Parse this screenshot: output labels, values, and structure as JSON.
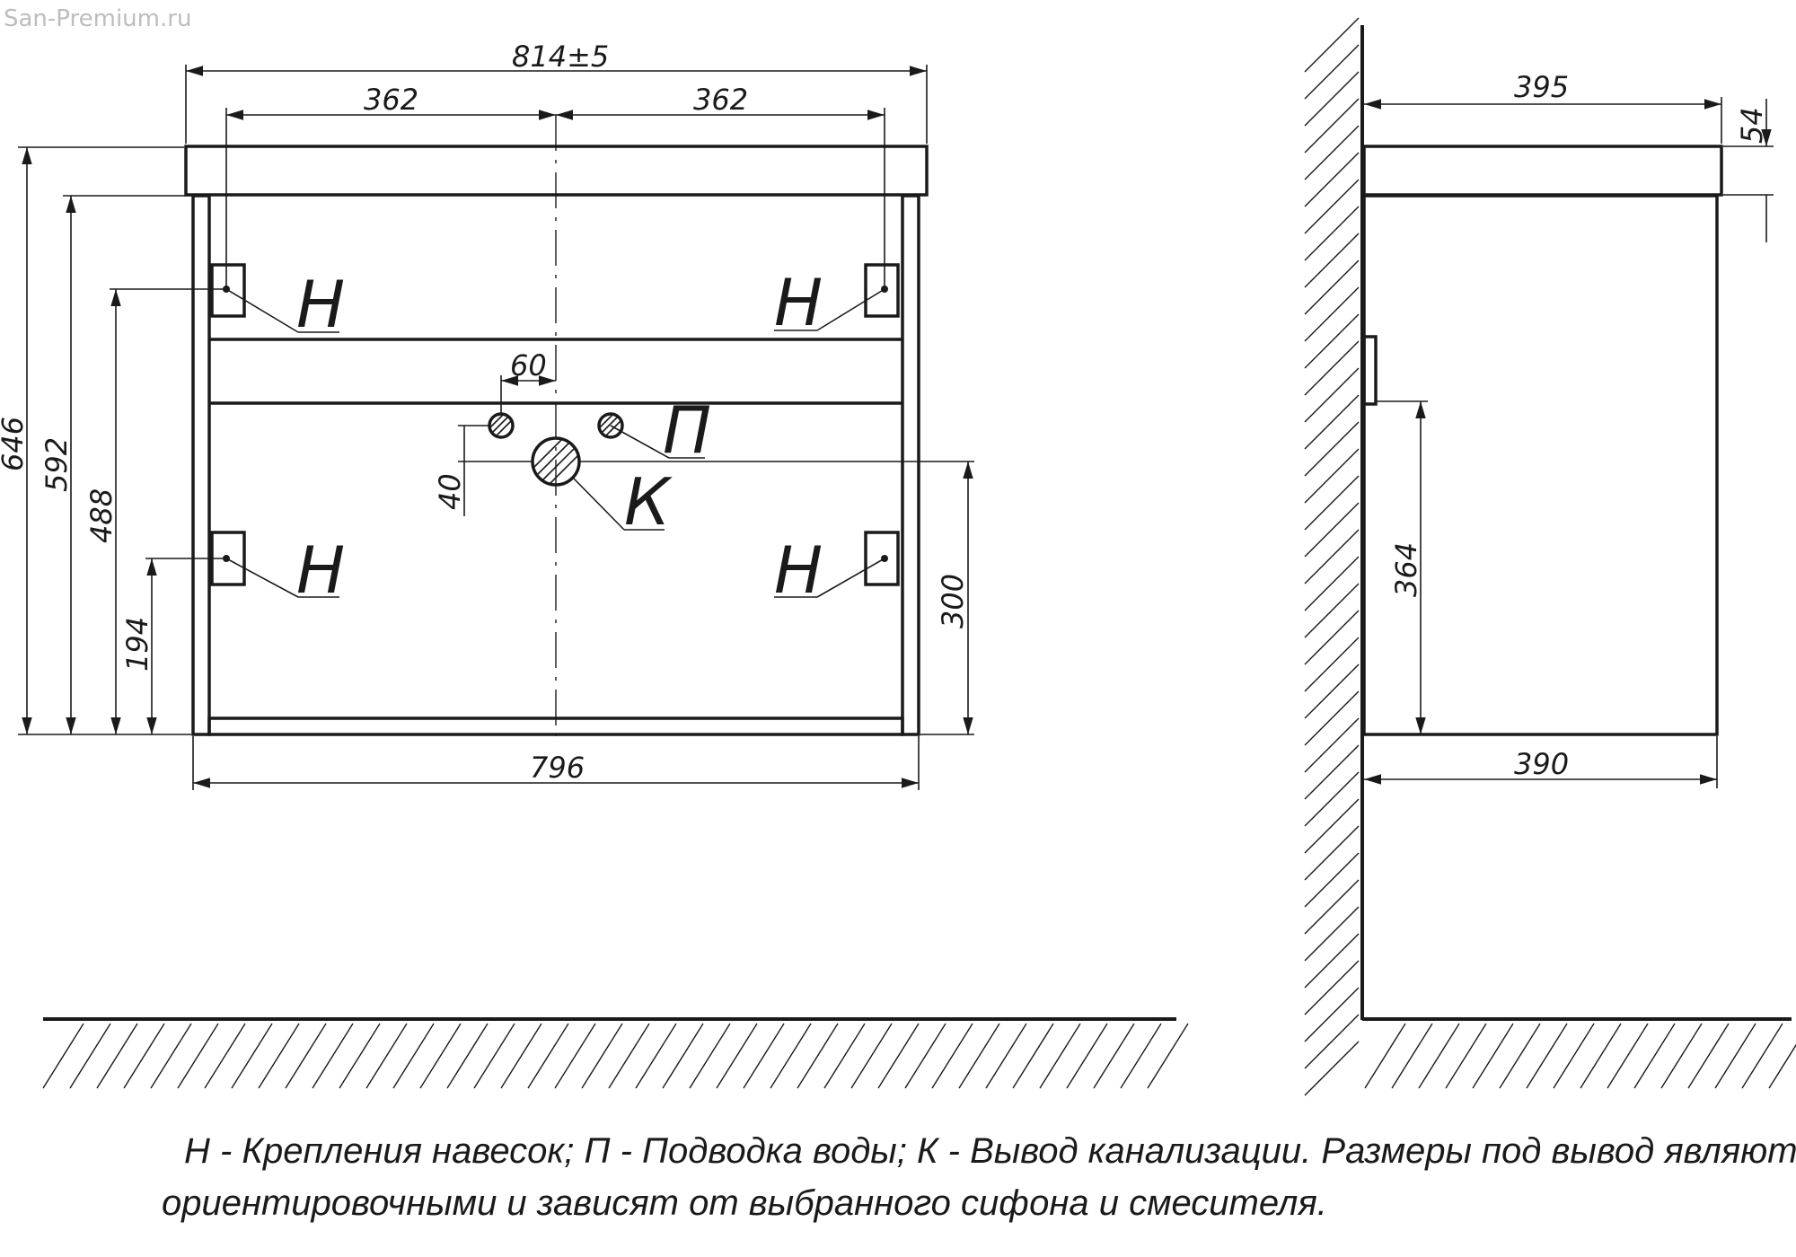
{
  "watermark": "San-Premium.ru",
  "front_view": {
    "overall_width": "814±5",
    "half_left": "362",
    "half_right": "362",
    "bottom_width": "796",
    "height_total": "646",
    "height_body": "592",
    "height_upper_mount": "488",
    "height_lower_mount": "194",
    "height_drain": "300",
    "water_spacing": "60",
    "drain_offset": "40",
    "label_mount": "Н",
    "label_water": "П",
    "label_drain": "К"
  },
  "side_view": {
    "depth_top": "395",
    "top_thickness": "54",
    "depth_bottom": "390",
    "height_side": "364"
  },
  "legend": {
    "line1": "Н - Крепления навесок; П - Подводка воды; К - Вывод канализации. Размеры под вывод являются",
    "line2": "ориентировочными и зависят от выбранного сифона и смесителя."
  },
  "colors": {
    "ink": "#1a1a1a",
    "background": "#ffffff"
  }
}
